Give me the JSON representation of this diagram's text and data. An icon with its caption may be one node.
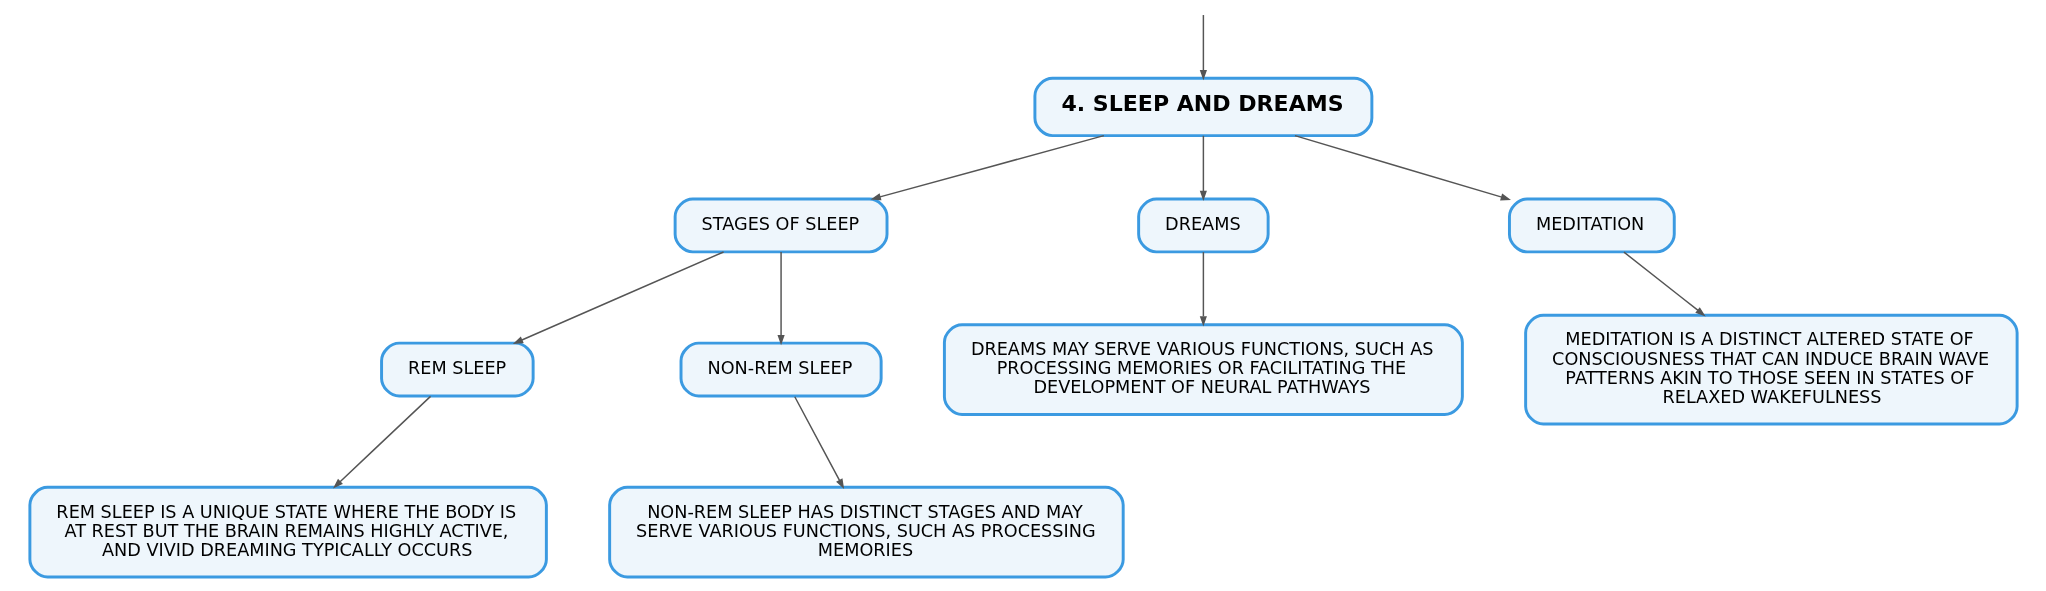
{
  "diagram": {
    "nodes": [
      {
        "text": [
          "4. SLEEP AND DREAMS"
        ]
      },
      {
        "text": [
          "STAGES OF SLEEP"
        ]
      },
      {
        "text": [
          "DREAMS"
        ]
      },
      {
        "text": [
          "MEDITATION"
        ]
      },
      {
        "text": [
          "REM SLEEP"
        ]
      },
      {
        "text": [
          "NON-REM SLEEP"
        ]
      },
      {
        "text": [
          "REM SLEEP IS A UNIQUE STATE WHERE THE BODY IS AT REST BUT THE BRAIN REMAINS HIGHLY ACTIVE, AND VIVID DREAMING TYPICALLY OCCURS"
        ]
      },
      {
        "text": [
          "NON-REM SLEEP HAS DISTINCT STAGES AND MAY SERVE VARIOUS FUNCTIONS, SUCH AS PROCESSING MEMORIES"
        ]
      },
      {
        "text": [
          "DREAMS MAY SERVE VARIOUS FUNCTIONS, SUCH AS PROCESSING MEMORIES OR FACILITATING THE DEVELOPMENT OF NEURAL PATHWAYS"
        ]
      },
      {
        "text": [
          "MEDITATION IS A DISTINCT ALTERED STATE OF CONSCIOUSNESS THAT CAN INDUCE BRAIN WAVE PATTERNS AKIN TO THOSE SEEN IN STATES OF RELAXED WAKEFULNESS"
        ]
      }
    ],
    "edges": [
      {
        "from": null,
        "to": 0,
        "arrow": "to"
      },
      {
        "from": 0,
        "to": 1,
        "arrow": "to"
      },
      {
        "from": 0,
        "to": 2,
        "arrow": "to"
      },
      {
        "from": 0,
        "to": 3,
        "arrow": "to"
      },
      {
        "from": 1,
        "to": 4,
        "arrow": "to"
      },
      {
        "from": 1,
        "to": 5,
        "arrow": "to"
      },
      {
        "from": 4,
        "to": 6,
        "arrow": "to"
      },
      {
        "from": 5,
        "to": 7,
        "arrow": "to"
      },
      {
        "from": 2,
        "to": 8,
        "arrow": "to"
      },
      {
        "from": 3,
        "to": 9,
        "arrow": "to"
      }
    ]
  }
}
